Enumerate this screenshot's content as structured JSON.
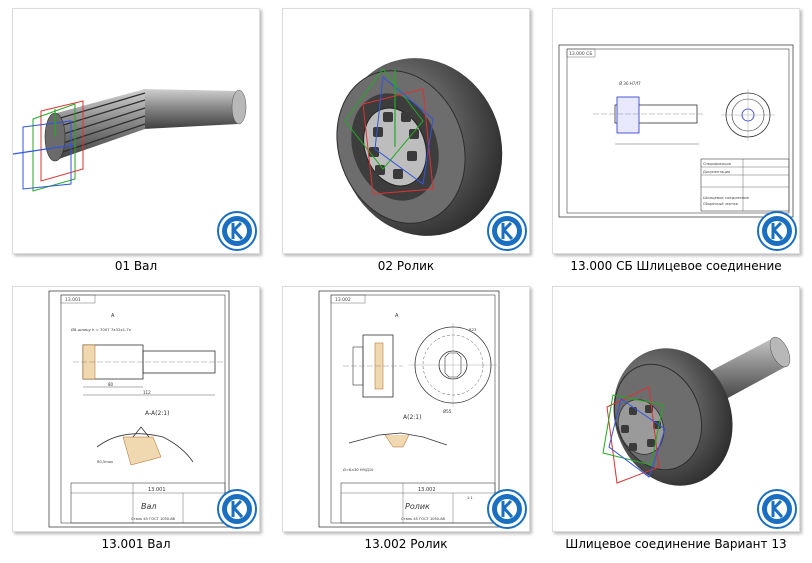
{
  "brand": {
    "accent": "#1a6fc0",
    "badge_icon": "kompas-logo-icon"
  },
  "files": [
    {
      "name": "01 Вал",
      "kind": "3d-part"
    },
    {
      "name": "02 Ролик",
      "kind": "3d-part"
    },
    {
      "name": "13.000 СБ Шлицевое соединение",
      "kind": "assembly-drawing"
    },
    {
      "name": "13.001 Вал",
      "kind": "drawing"
    },
    {
      "name": "13.002 Ролик",
      "kind": "drawing"
    },
    {
      "name": "Шлицевое соединение Вариант 13",
      "kind": "3d-assembly"
    }
  ],
  "drawings": {
    "d1": {
      "stamp": "13.000 СБ",
      "name_line1": "Шлицевое соединение",
      "name_line2": "Сборочный чертеж",
      "note": "Ø 36 H7/f7",
      "spec": "Спецификация",
      "spec2": "Документация"
    },
    "d2": {
      "stamp": "13.001",
      "title": "Вал",
      "material": "Сталь 45 ГОСТ 1050-88",
      "section": "A-A(2:1)",
      "view": "A",
      "note": "Ø8 шлицу h = 7007 7х32х1-7х",
      "dim1": "80",
      "dim2": "112",
      "radius": "R0,5max"
    },
    "d3": {
      "stamp": "13.002",
      "title": "Ролик",
      "material": "Сталь 45 ГОСТ 1050-88",
      "section": "A(2:1)",
      "view": "A",
      "dim1": "Ø55",
      "dim2": "R23",
      "note": "Ø=6×30 Н9/Д10",
      "scale": "1:1"
    }
  }
}
